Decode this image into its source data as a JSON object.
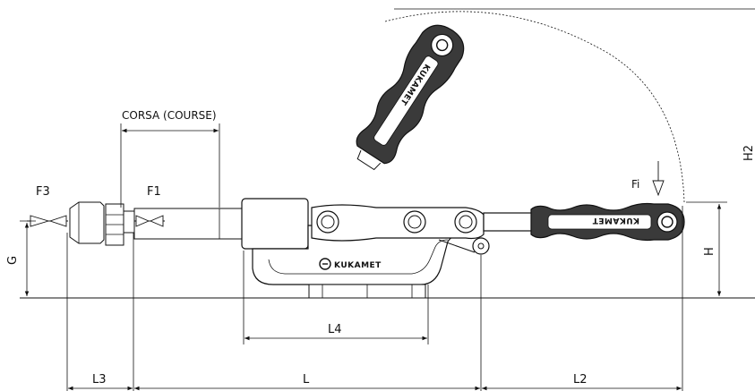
{
  "labels": {
    "corsa": "CORSA (COURSE)",
    "f3": "F3",
    "f1": "F1",
    "fi": "Fi",
    "g": "G",
    "h": "H",
    "h2": "H2",
    "l": "L",
    "l2": "L2",
    "l3": "L3",
    "l4": "L4"
  },
  "logo": {
    "brand": "KUKAMET"
  },
  "colors": {
    "line": "#111111",
    "handle": "#3a3a3a",
    "background": "#ffffff"
  }
}
